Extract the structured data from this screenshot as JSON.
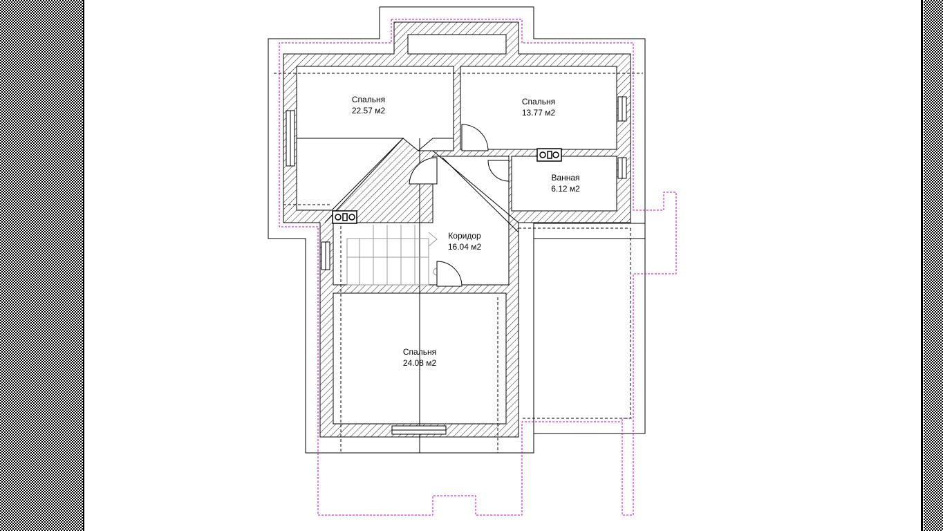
{
  "plan": {
    "colors": {
      "wall_line": "#000000",
      "hatch": "#000000",
      "dashed_outline": "#cc00cc",
      "background": "#ffffff"
    },
    "rooms": [
      {
        "name": "Спальня",
        "area": "22.57 м2"
      },
      {
        "name": "Спальня",
        "area": "13.77 м2"
      },
      {
        "name": "Ванная",
        "area": "6.12 м2"
      },
      {
        "name": "Коридор",
        "area": "16.04 м2"
      },
      {
        "name": "Спальня",
        "area": "24.08 м2"
      }
    ]
  }
}
